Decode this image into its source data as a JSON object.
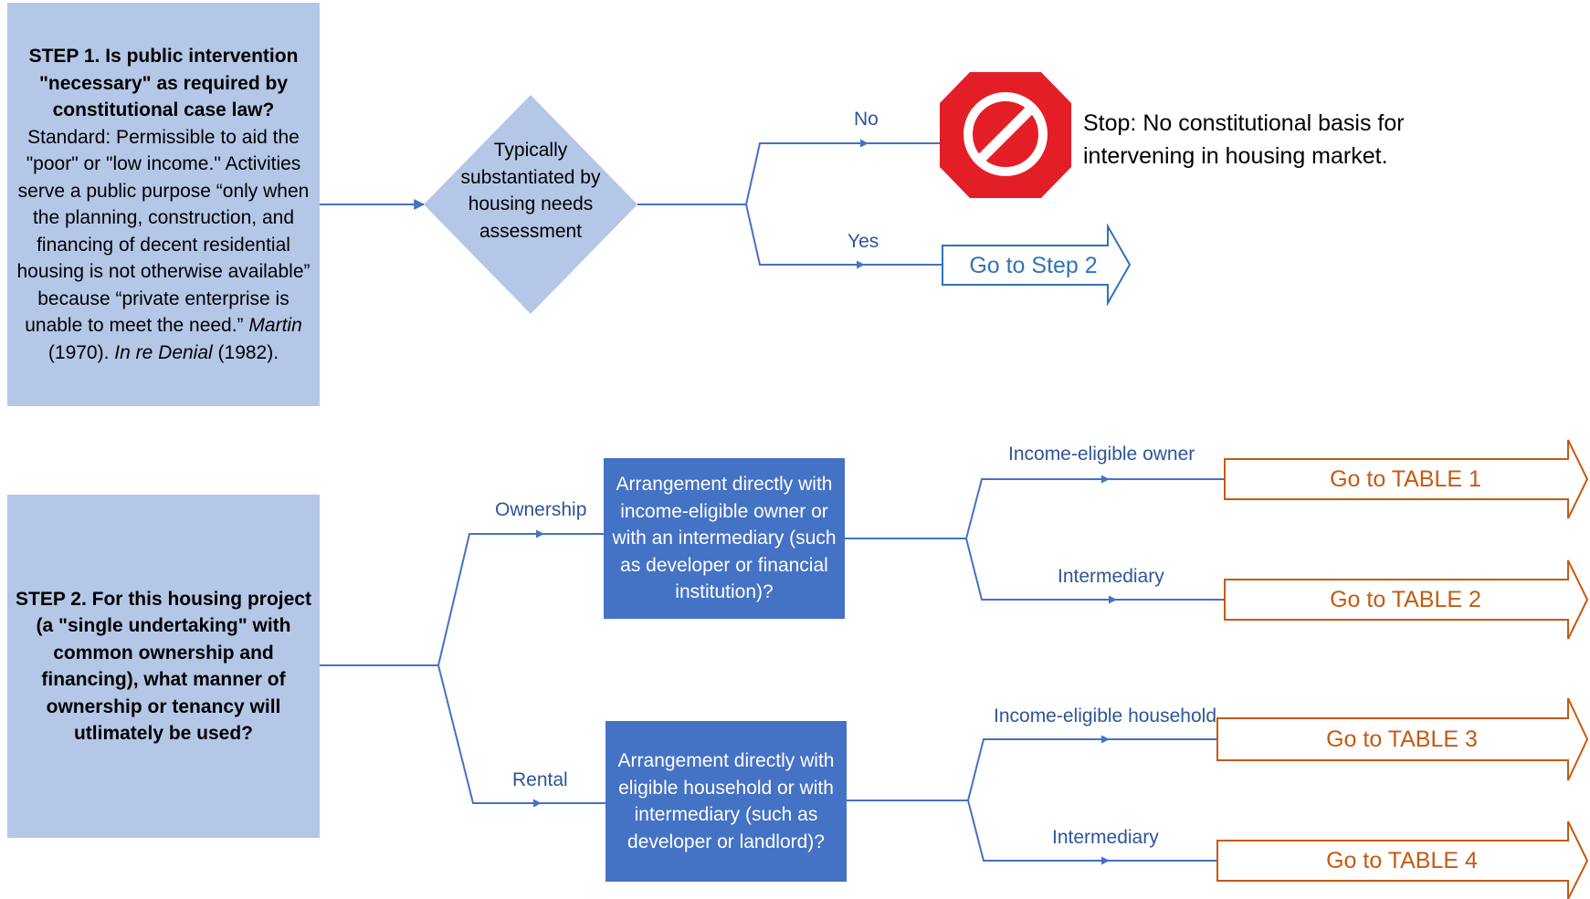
{
  "step1": {
    "title": "STEP 1. Is public intervention \"necessary\" as required by constitutional case law?",
    "body_pre": "Standard: Permissible to aid the \"poor\" or \"low income.\" Activities serve a public purpose “only when the planning, construction, and financing of decent residential housing is not otherwise available” because “private enterprise is unable to meet the need.”",
    "case1_name": "Martin",
    "case1_year": "(1970).",
    "case2_name": "In re Denial",
    "case2_year": "(1982)."
  },
  "diamond": {
    "label": "Typically substantiated by housing needs assessment"
  },
  "branch_no": {
    "label": "No"
  },
  "branch_yes": {
    "label": "Yes"
  },
  "stop_sign": {
    "icon": "prohibited-icon",
    "color": "#e41e26"
  },
  "stop_text": "Stop: No constitutional basis for intervening in housing market.",
  "go_step2": {
    "label": "Go to Step 2"
  },
  "step2": {
    "title": "STEP 2. For this housing project (a \"single undertaking\" with common ownership and financing), what manner of ownership or tenancy will utlimately be used?"
  },
  "branch_ownership": {
    "label": "Ownership"
  },
  "branch_rental": {
    "label": "Rental"
  },
  "q_ownership": {
    "label": "Arrangement directly with income-eligible owner or with an intermediary (such as  developer or financial institution)?"
  },
  "q_rental": {
    "label": "Arrangement directly with eligible household or with intermediary (such as developer or landlord)?"
  },
  "branch_income_owner": {
    "label": "Income-eligible owner"
  },
  "branch_intermediary_1": {
    "label": "Intermediary"
  },
  "branch_income_household": {
    "label": "Income-eligible household"
  },
  "branch_intermediary_2": {
    "label": "Intermediary"
  },
  "tables": [
    {
      "label": "Go to TABLE 1"
    },
    {
      "label": "Go to TABLE 2"
    },
    {
      "label": "Go to TABLE 3"
    },
    {
      "label": "Go to TABLE 4"
    }
  ],
  "colors": {
    "step_fill": "#b4c7e7",
    "question_fill": "#4472c4",
    "connector": "#4472c4",
    "step2_arrow": "#2e75b6",
    "table_arrow": "#c55a11",
    "label_text": "#2f5597"
  }
}
